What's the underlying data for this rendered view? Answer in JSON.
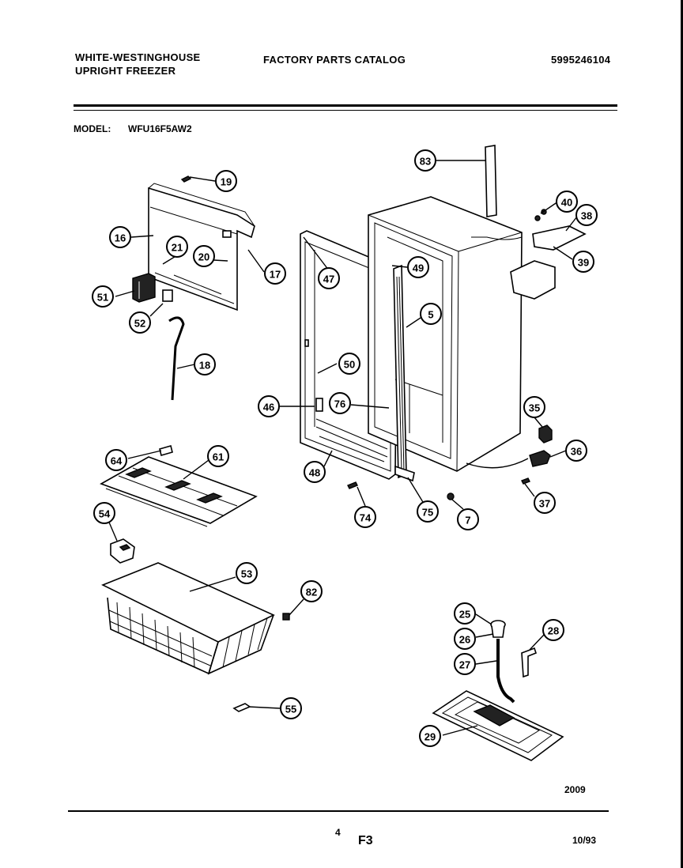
{
  "header": {
    "brand_line1": "WHITE-WESTINGHOUSE",
    "brand_line2": "UPRIGHT FREEZER",
    "catalog_title": "FACTORY PARTS CATALOG",
    "catalog_number": "5995246104",
    "model_label": "MODEL:",
    "model_number": "WFU16F5AW2"
  },
  "footer": {
    "page_number": "4",
    "figure_code": "F3",
    "date": "10/93",
    "drawing_number": "2009"
  },
  "callouts": [
    "19",
    "16",
    "21",
    "20",
    "17",
    "51",
    "52",
    "18",
    "47",
    "49",
    "5",
    "50",
    "46",
    "76",
    "48",
    "74",
    "75",
    "7",
    "83",
    "40",
    "38",
    "39",
    "35",
    "36",
    "37",
    "64",
    "61",
    "54",
    "53",
    "82",
    "55",
    "25",
    "26",
    "28",
    "27",
    "29"
  ]
}
